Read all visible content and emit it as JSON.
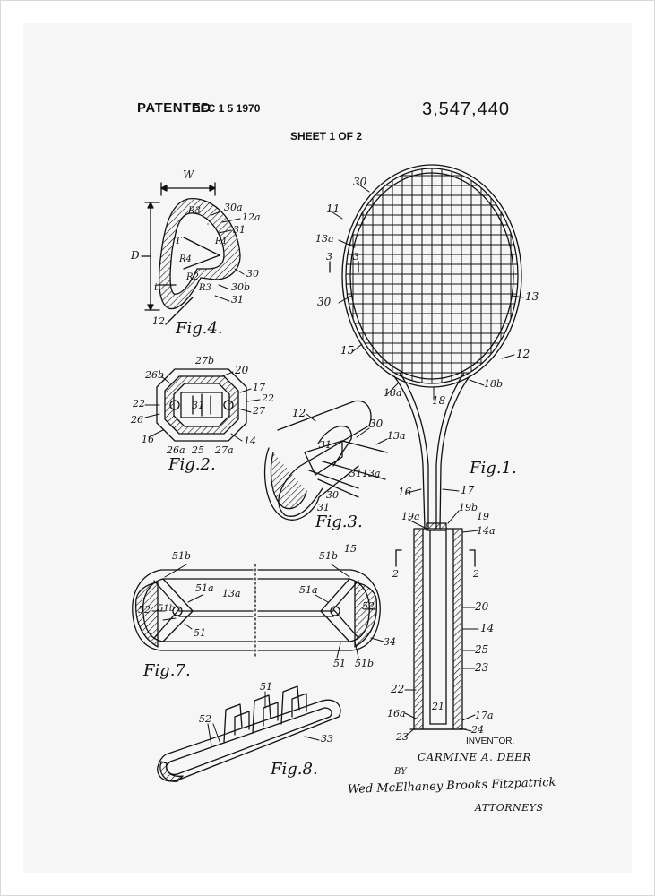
{
  "header": {
    "patented": "PATENTED",
    "date": "DEC 1 5 1970",
    "patent_number": "3,547,440",
    "sheet": "SHEET 1 OF 2"
  },
  "figures": {
    "fig1": "Fig.1.",
    "fig2": "Fig.2.",
    "fig3": "Fig.3.",
    "fig4": "Fig.4.",
    "fig7": "Fig.7.",
    "fig8": "Fig.8."
  },
  "labels": {
    "fig4": [
      "W",
      "D",
      "30a",
      "12a",
      "31",
      "R3",
      "R1",
      "T",
      "R4",
      "R2",
      "R3",
      "30",
      "30b",
      "31",
      "t",
      "12"
    ],
    "fig2": [
      "27b",
      "20",
      "26b",
      "17",
      "22",
      "22",
      "31",
      "26",
      "27",
      "16",
      "26a",
      "25",
      "27a",
      "14"
    ],
    "fig3": [
      "12",
      "30",
      "13a",
      "31",
      "31",
      "13a",
      "30",
      "31"
    ],
    "fig1": [
      "30",
      "11",
      "13a",
      "3",
      "3",
      "30",
      "13",
      "15",
      "12",
      "18a",
      "18",
      "18b",
      "16",
      "17",
      "19a",
      "19b",
      "19",
      "14a",
      "2",
      "2",
      "20",
      "14",
      "25",
      "23",
      "22",
      "16a",
      "21",
      "17a",
      "24",
      "23"
    ],
    "fig7": [
      "51b",
      "51a",
      "13a",
      "52",
      "51b",
      "51",
      "51b",
      "15",
      "51a",
      "52",
      "34",
      "51",
      "51b"
    ],
    "fig8": [
      "51",
      "52",
      "33"
    ]
  },
  "inventor": {
    "label": "INVENTOR.",
    "name": "CARMINE A. DEER",
    "by": "BY",
    "signature": "Wed McElhaney Brooks Fitzpatrick",
    "attorneys": "ATTORNEYS"
  },
  "colors": {
    "ink": "#111111",
    "paper": "#f6f6f6",
    "frame": "#ffffff"
  }
}
